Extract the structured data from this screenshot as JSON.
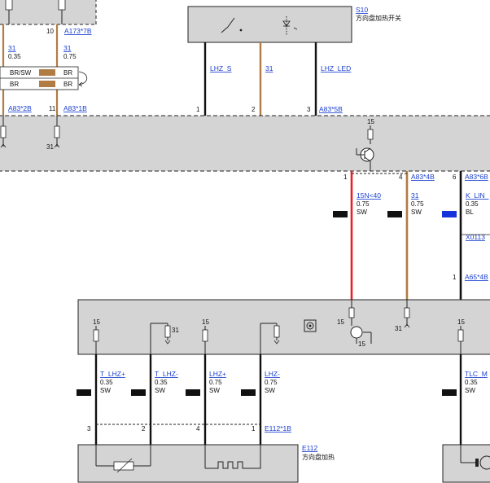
{
  "top_left": {
    "pin10": "10",
    "conn_a173": "A173*7B",
    "w31_label": "31",
    "w31_a": "0.35",
    "w31_b": "0.75",
    "color_brsw": "BR/SW",
    "color_br_a": "BR",
    "color_br_b": "BR",
    "color_br_c": "BR",
    "conn_a83_2b": "A83*2B",
    "pin11": "11",
    "conn_a83_1b": "A83*1B",
    "gnd1": "31",
    "gnd2": "31"
  },
  "s10": {
    "id": "S10",
    "name": "方向盘加热开关",
    "wire_lhz_s": "LHZ_S",
    "wire_31": "31",
    "wire_lhz_led": "LHZ_LED",
    "pin1": "1",
    "pin2": "2",
    "pin3": "3",
    "conn": "A83*5B",
    "fuse15": "15"
  },
  "mid": {
    "pin1": "1",
    "pin4": "4",
    "conn_a83_4b": "A83*4B",
    "pin6": "6",
    "conn_a83_6b": "A83*6B",
    "w1_label": "15N<40",
    "w1_size": "0.75",
    "w1_color": "SW",
    "w2_label": "31",
    "w2_size": "0.75",
    "w2_color": "SW",
    "w3_label": "K_LIN_",
    "w3_size": "0.35",
    "w3_color": "BL",
    "splice": "X0113",
    "pin_1b": "1",
    "conn_a65_4b": "A65*4B"
  },
  "lower": {
    "fuse_a": "15",
    "fuse_b": "15",
    "fuse_c": "15",
    "fuse_d": "15",
    "gnd_a": "31",
    "gnd_b": "15",
    "gnd_c": "31",
    "wires": [
      {
        "label": "T_LHZ+",
        "size": "0.35",
        "color": "SW"
      },
      {
        "label": "T_LHZ-",
        "size": "0.35",
        "color": "SW"
      },
      {
        "label": "LHZ+",
        "size": "0.75",
        "color": "SW"
      },
      {
        "label": "LHZ-",
        "size": "0.75",
        "color": "SW"
      },
      {
        "label": "TLC_M",
        "size": "0.35",
        "color": "SW"
      }
    ],
    "pin3": "3",
    "pin2": "2",
    "pin4": "4",
    "pin1": "1",
    "conn_e112": "E112*1B",
    "e112_id": "E112",
    "e112_name": "方向盘加热"
  },
  "colors": {
    "brown": "#b07c43",
    "red": "#e8202a",
    "blue": "#1533d8",
    "black": "#111111",
    "panel": "#d4d4d4"
  }
}
